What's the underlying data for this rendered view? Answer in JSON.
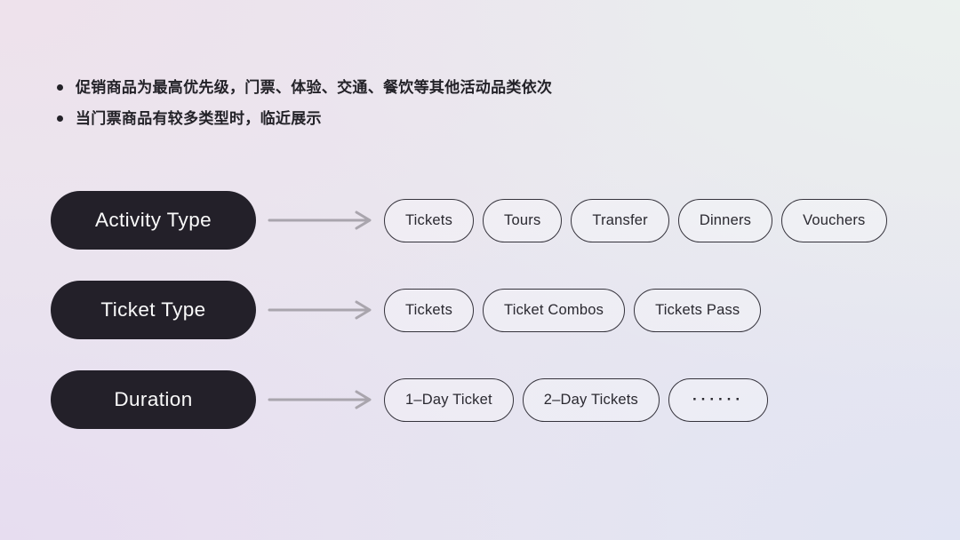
{
  "notes": {
    "bullets": [
      "促销商品为最高优先级，门票、体验、交通、餐饮等其他活动品类依次",
      "当门票商品有较多类型时，临近展示"
    ]
  },
  "rows": [
    {
      "label": "Activity Type",
      "chips": [
        {
          "label": "Tickets"
        },
        {
          "label": "Tours"
        },
        {
          "label": "Transfer"
        },
        {
          "label": "Dinners"
        },
        {
          "label": "Vouchers"
        }
      ]
    },
    {
      "label": "Ticket Type",
      "chips": [
        {
          "label": "Tickets"
        },
        {
          "label": "Ticket Combos"
        },
        {
          "label": "Tickets Pass"
        }
      ]
    },
    {
      "label": "Duration",
      "chips": [
        {
          "label": "1–Day Ticket"
        },
        {
          "label": "2–Day Tickets"
        },
        {
          "label": "······"
        }
      ]
    }
  ],
  "colors": {
    "pill_dark_bg": "#232029",
    "pill_dark_text": "#fafafa",
    "chip_border": "#35333c",
    "chip_text": "#2a2930",
    "arrow": "#a9a5ad",
    "note_text": "#232228",
    "bg_top_left": "#eee2ec",
    "bg_top_right": "#ebf1ee",
    "bg_bottom_left": "#e7ddf0",
    "bg_bottom_right": "#e1e4f3"
  }
}
